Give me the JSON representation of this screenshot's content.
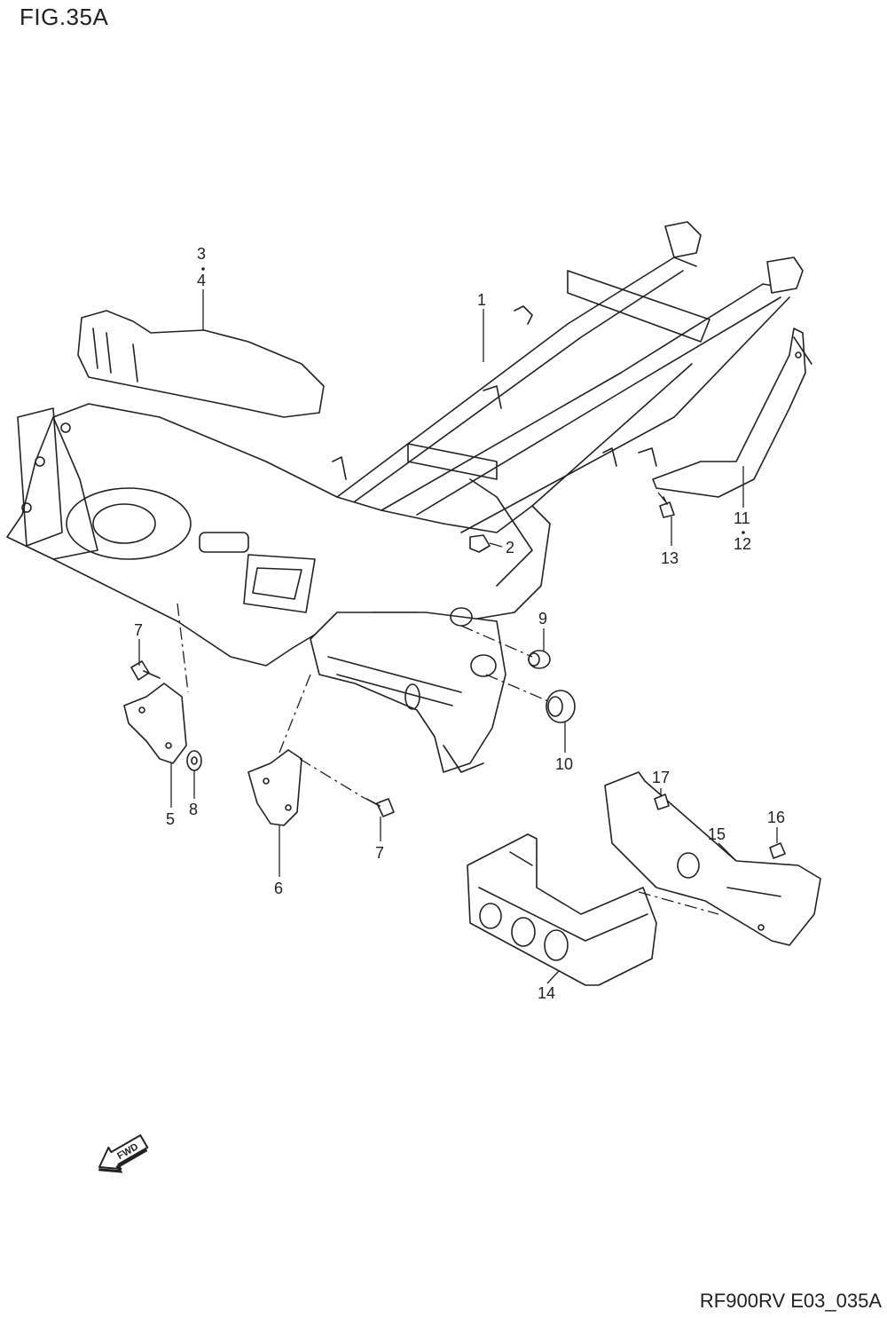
{
  "figure": {
    "title": "FIG.35A",
    "code": "RF900RV E03_035A"
  },
  "fwd_arrow": {
    "label": "FWD",
    "icon": "fwd-arrow-icon"
  },
  "callouts": {
    "c1": "1",
    "c2": "2",
    "c3": "3",
    "c4": "4",
    "c5": "5",
    "c6": "6",
    "c7a": "7",
    "c7b": "7",
    "c8": "8",
    "c9": "9",
    "c10": "10",
    "c11": "11",
    "c12": "12",
    "c13": "13",
    "c14": "14",
    "c15": "15",
    "c16": "16",
    "c17": "17"
  }
}
